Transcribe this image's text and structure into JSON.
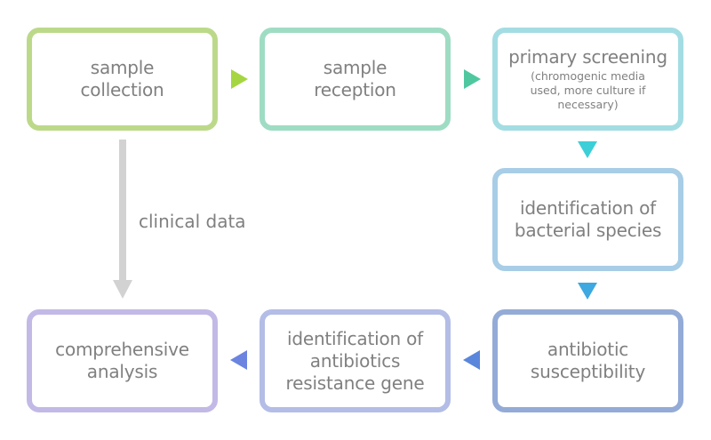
{
  "colors": {
    "sample_collection": "#bcd98a",
    "sample_reception": "#9fdcc4",
    "primary_screening": "#a3dde3",
    "identification_species": "#a8cde6",
    "antibiotic_susceptibility": "#93abd6",
    "resistance_gene": "#b3bde6",
    "comprehensive_analysis": "#c3b9e6",
    "arrow_green": "#a5d642",
    "arrow_teal": "#4fc8a0",
    "arrow_cyan": "#3ccfd8",
    "arrow_blue": "#3ea8e0",
    "arrow_royal": "#5a86dc",
    "arrow_indigo": "#6a84e0",
    "clinical_arrow": "#d2d2d2",
    "text": "#808080"
  },
  "steps": {
    "sample_collection": {
      "title": "sample\ncollection"
    },
    "sample_reception": {
      "title": "sample\nreception"
    },
    "primary_screening": {
      "title": "primary screening",
      "note": "(chromogenic media\nused, more culture if\nnecessary)"
    },
    "identification_species": {
      "title": "identification of\nbacterial species"
    },
    "antibiotic_susceptibility": {
      "title": "antibiotic\nsusceptibility"
    },
    "resistance_gene": {
      "title": "identification of\nantibiotics\nresistance gene"
    },
    "comprehensive_analysis": {
      "title": "comprehensive\nanalysis"
    }
  },
  "connectors": {
    "clinical_label": "clinical data"
  }
}
